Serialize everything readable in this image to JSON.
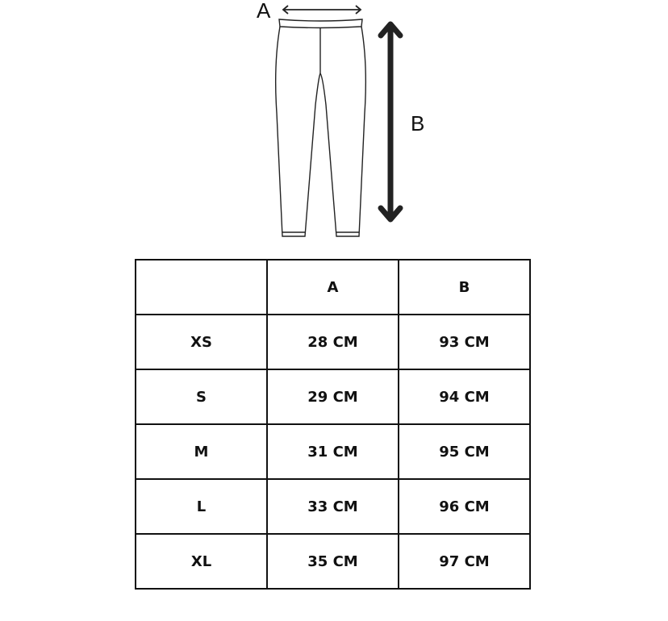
{
  "diagram": {
    "label_a": "A",
    "label_b": "B"
  },
  "table": {
    "headers": [
      "",
      "A",
      "B"
    ],
    "rows": [
      [
        "XS",
        "28 CM",
        "93 CM"
      ],
      [
        "S",
        "29 CM",
        "94 CM"
      ],
      [
        "M",
        "31 CM",
        "95 CM"
      ],
      [
        "L",
        "33 CM",
        "96 CM"
      ],
      [
        "XL",
        "35 CM",
        "97 CM"
      ]
    ]
  }
}
